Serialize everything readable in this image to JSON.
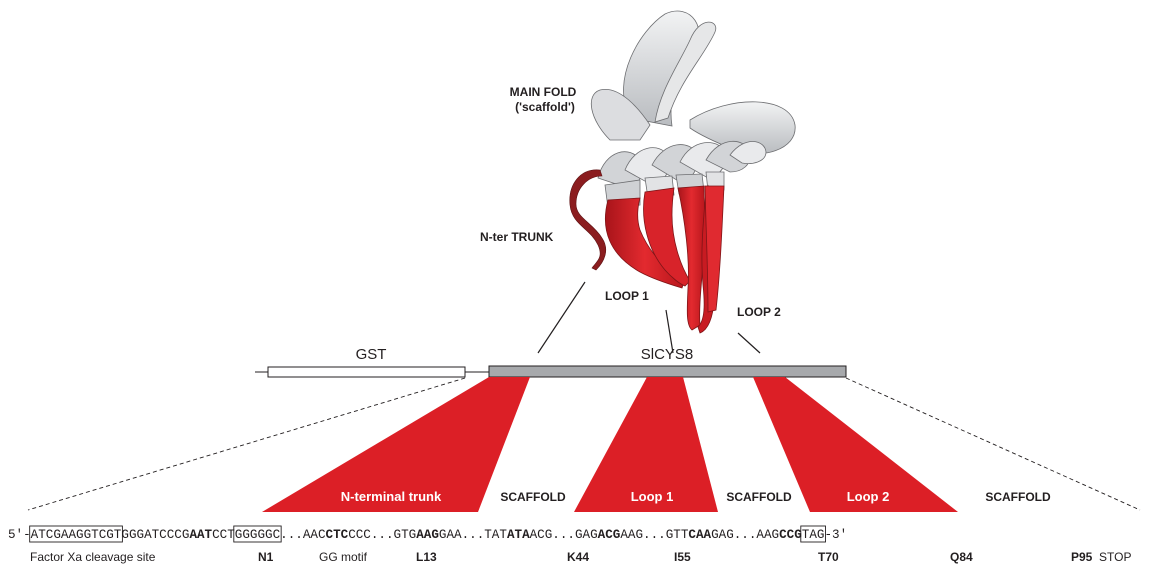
{
  "labels": {
    "main_fold": "MAIN FOLD",
    "scaffold_note": "('scaffold')",
    "nter_trunk": "N-ter TRUNK",
    "loop1": "LOOP 1",
    "loop2": "LOOP 2"
  },
  "bars": {
    "gst": "GST",
    "slcys8": "SlCYS8"
  },
  "segments": {
    "nterminal": "N-terminal trunk",
    "loop1": "Loop 1",
    "loop2": "Loop 2",
    "scaffold": "SCAFFOLD"
  },
  "sequence": {
    "prefix": "5'-",
    "suffix": "-3'",
    "parts": [
      {
        "t": "ATCGAAGGTCGT",
        "style": "boxed"
      },
      {
        "t": "GGGATCCCG",
        "style": "normal"
      },
      {
        "t": "AAT",
        "style": "bold"
      },
      {
        "t": "CCT",
        "style": "normal"
      },
      {
        "t": "GGGGGC",
        "style": "boxed"
      },
      {
        "t": "...AAC",
        "style": "normal"
      },
      {
        "t": "CTC",
        "style": "bold"
      },
      {
        "t": "CCC...GTG",
        "style": "normal"
      },
      {
        "t": "AAG",
        "style": "bold"
      },
      {
        "t": "GAA...TAT",
        "style": "normal"
      },
      {
        "t": "ATA",
        "style": "bold"
      },
      {
        "t": "ACG...GAG",
        "style": "normal"
      },
      {
        "t": "ACG",
        "style": "bold"
      },
      {
        "t": "AAG...GTT",
        "style": "normal"
      },
      {
        "t": "CAA",
        "style": "bold"
      },
      {
        "t": "GAG...AAG",
        "style": "normal"
      },
      {
        "t": "CCG",
        "style": "bold"
      },
      {
        "t": "TAG",
        "style": "boxed"
      }
    ]
  },
  "annotations": {
    "factor_xa": "Factor Xa cleavage site",
    "n1": "N1",
    "gg_motif": "GG motif",
    "l13": "L13",
    "k44": "K44",
    "i55": "I55",
    "t70": "T70",
    "q84": "Q84",
    "p95": "P95",
    "stop": "STOP"
  },
  "colors": {
    "red": "#dc1f26",
    "dark_red": "#8b1d1f",
    "silver": "#d7d9dc",
    "gray_bar": "#a7a9ac"
  }
}
